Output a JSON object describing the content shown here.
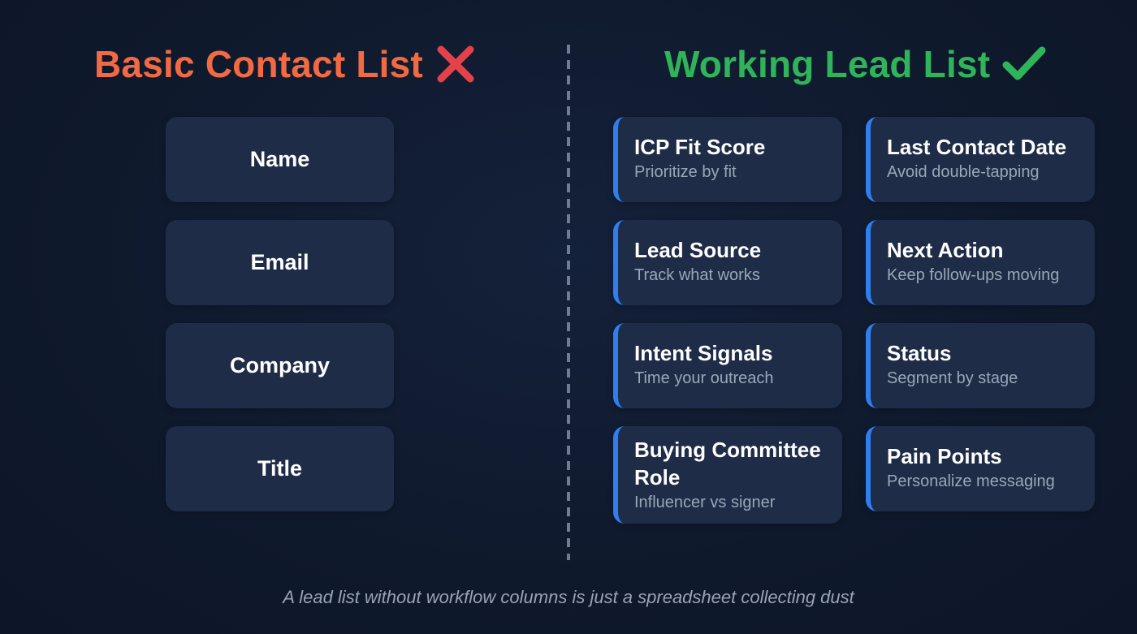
{
  "left": {
    "title": "Basic Contact List",
    "title_icon": "cross-mark-icon",
    "title_color": "#f26a43",
    "icon_color": "#e5414b",
    "fields": [
      "Name",
      "Email",
      "Company",
      "Title"
    ]
  },
  "right": {
    "title": "Working Lead List",
    "title_icon": "check-mark-icon",
    "title_color": "#2fb45a",
    "accent_color": "#2f7ff0",
    "fields": [
      {
        "title": "ICP Fit Score",
        "subtitle": "Prioritize by fit"
      },
      {
        "title": "Last Contact Date",
        "subtitle": "Avoid double-tapping"
      },
      {
        "title": "Lead Source",
        "subtitle": "Track what works"
      },
      {
        "title": "Next Action",
        "subtitle": "Keep follow-ups moving"
      },
      {
        "title": "Intent Signals",
        "subtitle": "Time your outreach"
      },
      {
        "title": "Status",
        "subtitle": "Segment by stage"
      },
      {
        "title": "Buying Committee Role",
        "subtitle": "Influencer vs signer"
      },
      {
        "title": "Pain Points",
        "subtitle": "Personalize messaging"
      }
    ]
  },
  "caption": "A lead list without workflow columns is just a spreadsheet collecting dust"
}
